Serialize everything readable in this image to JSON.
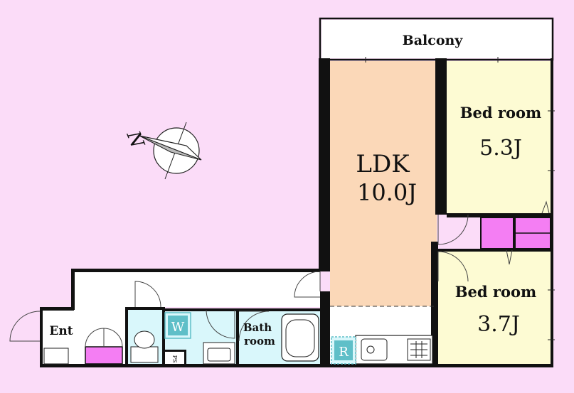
{
  "colors": {
    "background": "#fbdcf8",
    "ldk_floor": "#fbd8b8",
    "bedroom_floor": "#fdfbd3",
    "wet_area": "#d9f7fb",
    "closet": "#f47ef3",
    "badge": "#5fbfc8",
    "wall": "#111111"
  },
  "rooms": {
    "balcony": "Balcony",
    "ldk": "LDK",
    "ldk_size": "10.0J",
    "bedroom1": "Bed room",
    "bedroom1_size": "5.3J",
    "bedroom2": "Bed room",
    "bedroom2_size": "3.7J",
    "bath_line1": "Bath",
    "bath_line2": "room",
    "entrance": "Ent",
    "washer_badge": "W",
    "fridge_badge": "R",
    "pipe_space": "PS"
  },
  "compass": {
    "label": "N"
  }
}
